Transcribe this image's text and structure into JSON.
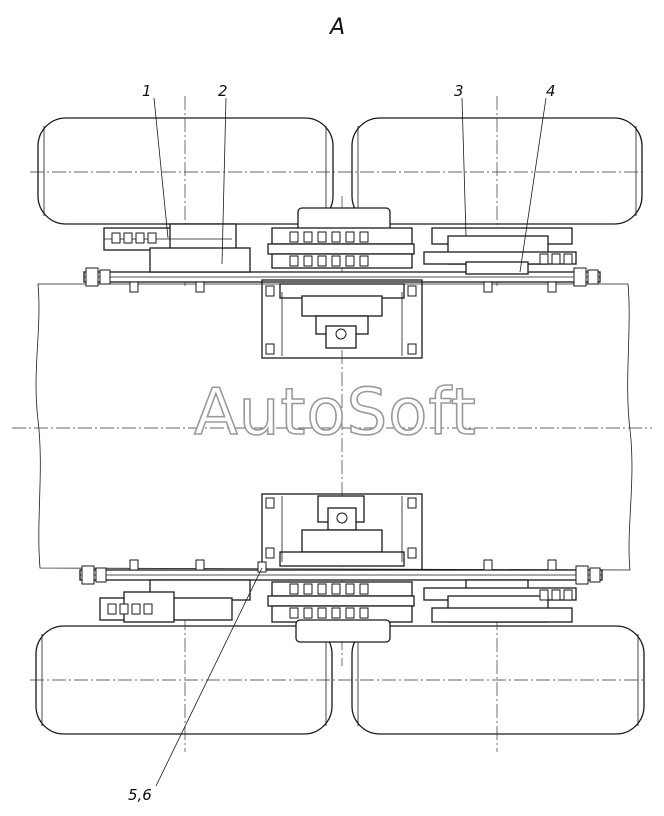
{
  "view_label": "А",
  "callouts": [
    "1",
    "2",
    "3",
    "4",
    "5,6"
  ],
  "watermark": "AutoSoft",
  "colors": {
    "line": "#1a1a1a",
    "watermark_outline": "#9a9a9a",
    "background": "#ffffff"
  }
}
